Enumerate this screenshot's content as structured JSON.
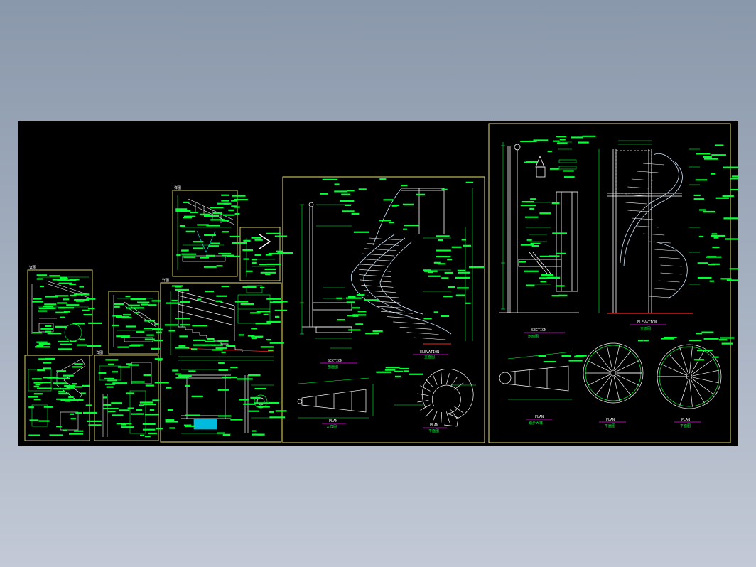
{
  "drawing": {
    "background": "#000000",
    "colors": {
      "frame": "#e8e070",
      "geometry": "#ffffff",
      "dimension": "#00ff33",
      "annotation": "#00ff33",
      "accent": "#ff00ff",
      "cyan": "#00ffff",
      "red": "#ff2020",
      "yellow": "#ffff00"
    }
  },
  "sheets": {
    "sheet_small_1": {
      "tag": "详图"
    },
    "sheet_small_2": {
      "tag": "详图"
    },
    "sheet_small_3": {
      "tag": "详图"
    },
    "sheet_small_4": {
      "tag": "详图"
    },
    "sheet_mid": {
      "tag": "详图"
    },
    "sheet_a": {
      "section_title": "SECTION",
      "section_sub": "剖面图",
      "elevation_title": "ELEVATION",
      "elevation_sub": "立面图",
      "plan_title": "PLAN",
      "plan_sub": "平面图",
      "detail_sub": "大样图"
    },
    "sheet_b": {
      "section_title": "SECTION",
      "section_sub": "剖面图",
      "elevation_title": "ELEVATION",
      "elevation_sub": "立面图",
      "plan1_title": "PLAN",
      "plan1_sub": "踏步大样",
      "plan2_title": "PLAN",
      "plan2_sub": "平面图",
      "plan3_title": "PLAN",
      "plan3_sub": "平面图"
    }
  }
}
